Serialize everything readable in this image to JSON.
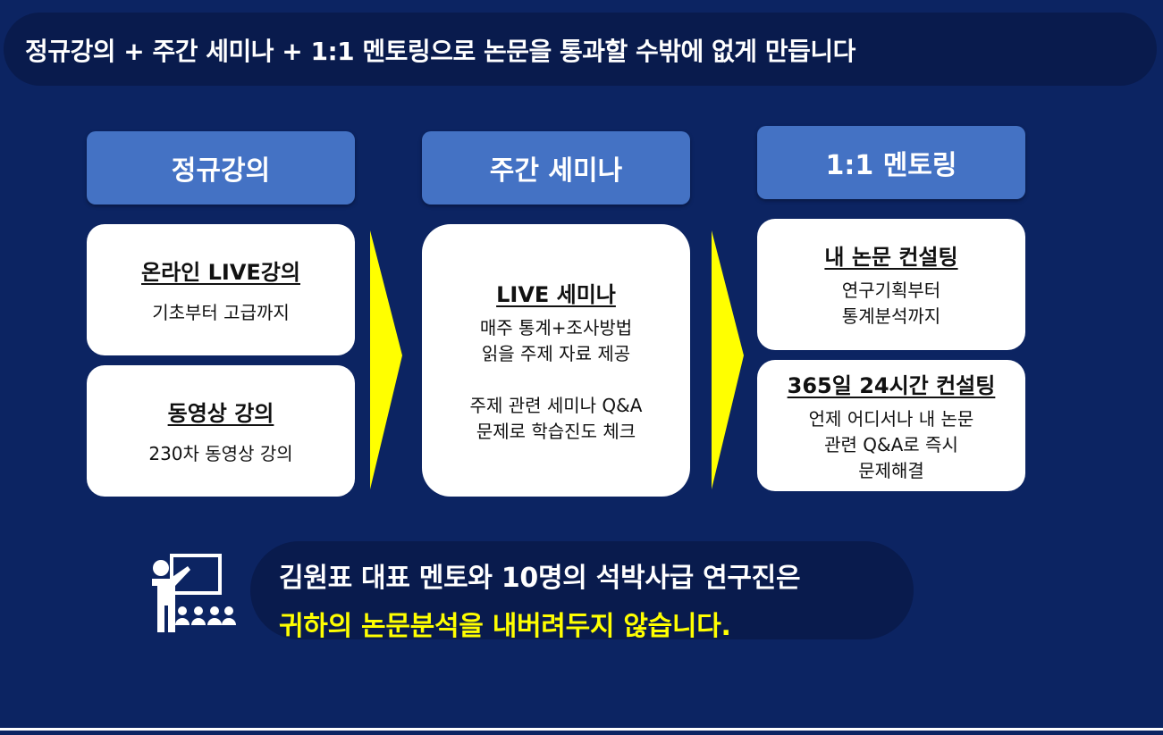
{
  "banner": {
    "text": "정규강의 + 주간 세미나 + 1:1 멘토링으로 논문을 통과할 수밖에 없게 만듭니다"
  },
  "columns": [
    {
      "header": "정규강의",
      "cards": [
        {
          "title": "온라인 LIVE강의",
          "lines": [
            "기초부터 고급까지"
          ]
        },
        {
          "title": "동영상 강의",
          "lines": [
            "230차 동영상 강의"
          ]
        }
      ]
    },
    {
      "header": "주간 세미나",
      "cards": [
        {
          "title": "LIVE 세미나",
          "lines": [
            "매주 통계+조사방법",
            "읽을 주제 자료 제공",
            "",
            "주제 관련 세미나 Q&A",
            "문제로 학습진도 체크"
          ]
        }
      ]
    },
    {
      "header": "1:1 멘토링",
      "cards": [
        {
          "title": "내 논문 컨설팅",
          "lines": [
            "연구기획부터",
            "통계분석까지"
          ]
        },
        {
          "title": "365일 24시간 컨설팅",
          "lines": [
            "언제 어디서나 내 논문",
            "관련 Q&A로 즉시",
            "문제해결"
          ]
        }
      ]
    }
  ],
  "bottom": {
    "line1": "김원표 대표 멘토와 10명의 석박사급 연구진은",
    "line2": "귀하의 논문분석을 내버려두지 않습니다."
  },
  "colors": {
    "background": "#0c2462",
    "pill": "#091b4d",
    "header": "#4472c4",
    "card": "#ffffff",
    "arrow": "#ffff00",
    "highlight": "#ffff00"
  },
  "icons": {
    "presenter": "teacher-presentation-icon",
    "arrow": "chevron-arrow-icon"
  }
}
